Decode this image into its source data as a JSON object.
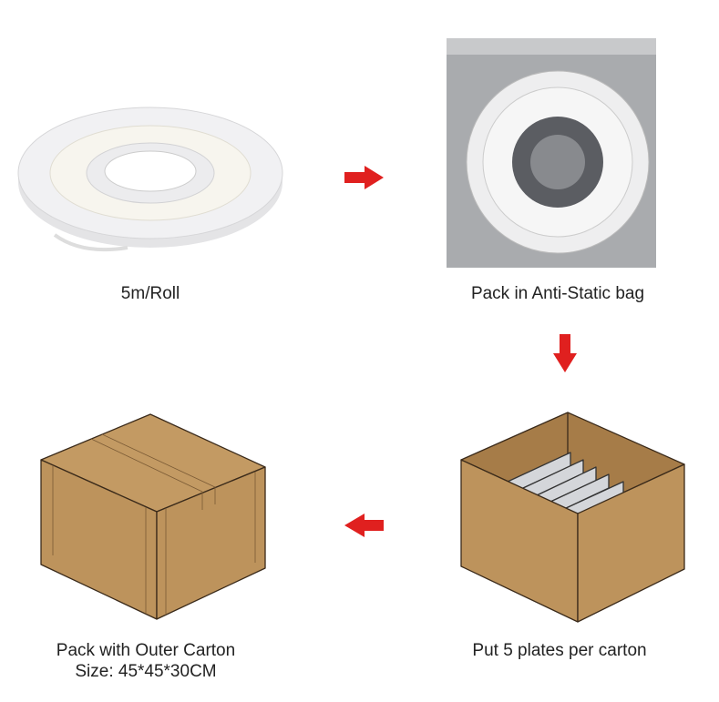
{
  "steps": [
    {
      "caption": "5m/Roll"
    },
    {
      "caption": "Pack in Anti-Static bag"
    },
    {
      "caption": "Put 5 plates per carton"
    },
    {
      "caption": "Pack with Outer Carton",
      "subcaption": "Size: 45*45*30CM"
    }
  ],
  "colors": {
    "arrow": "#e0201f",
    "carton": "#bd935c",
    "plate": "#d4d6da"
  }
}
